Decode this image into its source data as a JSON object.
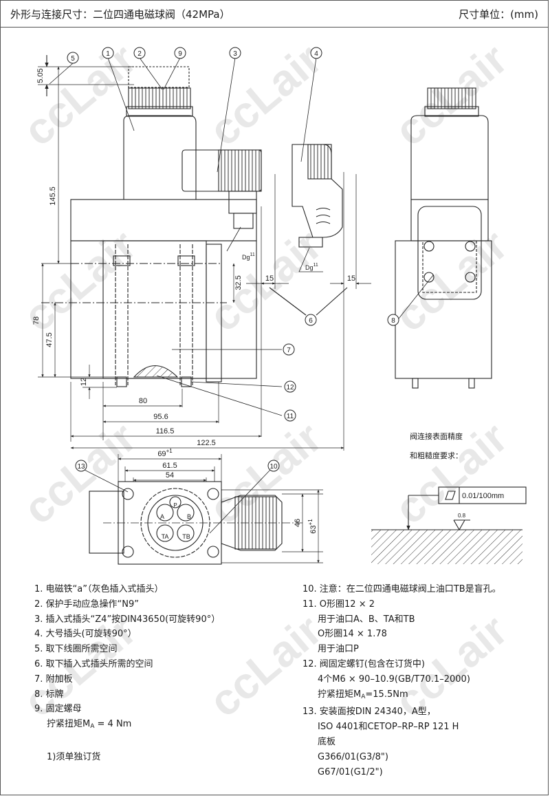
{
  "header": {
    "title": "外形与连接尺寸：二位四通电磁球阀（42MPa）",
    "unit": "尺寸单位：(mm)"
  },
  "watermark": "ccLair",
  "dimensions": {
    "d505": "5.05",
    "d1455": "145.5",
    "d325": "32.5",
    "d78": "78",
    "d475": "47.5",
    "d12": "12",
    "d80": "80",
    "d956": "95.6",
    "d1165": "116.5",
    "d1225": "122.5",
    "d15a": "15",
    "d15b": "15",
    "d69": "69",
    "d69tol": "+1",
    "d615": "61.5",
    "d54": "54",
    "d46": "46",
    "d63": "63",
    "d63tol": "+1",
    "dg": "Dg",
    "dg_sup": "11",
    "port_P": "P",
    "port_A": "A",
    "port_B": "B",
    "port_TA": "TA",
    "port_TB": "TB",
    "roughness": "0.8"
  },
  "balloons": [
    "1",
    "2",
    "3",
    "4",
    "5",
    "6",
    "7",
    "8",
    "9",
    "10",
    "11",
    "12",
    "13"
  ],
  "surface": {
    "title_line1": "阀连接表面精度",
    "title_line2": "和粗糙度要求：",
    "flatness": "0.01/100mm"
  },
  "notes_left": [
    "1. 电磁铁“a”（灰色插入式插头）",
    "2. 保护手动应急操作“N9”",
    "3. 插入式插头“Z4”按DIN43650(可旋转90°）",
    "4. 大号插头(可旋转90°）",
    "5. 取下线圈所需空间",
    "6. 取下插入式插头所需的空间",
    "7. 附加板",
    "8. 标牌",
    "9. 固定螺母"
  ],
  "note9_torque": {
    "prefix": "拧紧扭矩M",
    "sub": "A",
    "suffix": " = 4 Nm"
  },
  "note_order": "1)须单独订货",
  "notes_right": [
    "10. 注意：在二位四通电磁球阀上油口TB是盲孔。",
    "11. O形圈12 × 2",
    "用于油口A、B、TA和TB",
    "O形圈14 × 1.78",
    "用于油口P",
    "12. 阀固定螺钉(包含在订货中)",
    "4个M6 × 90–10.9(GB/T70.1–2000)"
  ],
  "note12_torque": {
    "prefix": "拧紧扭矩M",
    "sub": "A",
    "suffix": "=15.5Nm"
  },
  "notes_right_2": [
    "13. 安装面按DIN 24340，A型，",
    "ISO 4401和CETOP–RP–RP 121 H",
    "底板",
    "G366/01(G3/8\")",
    "G67/01(G1/2\")"
  ]
}
